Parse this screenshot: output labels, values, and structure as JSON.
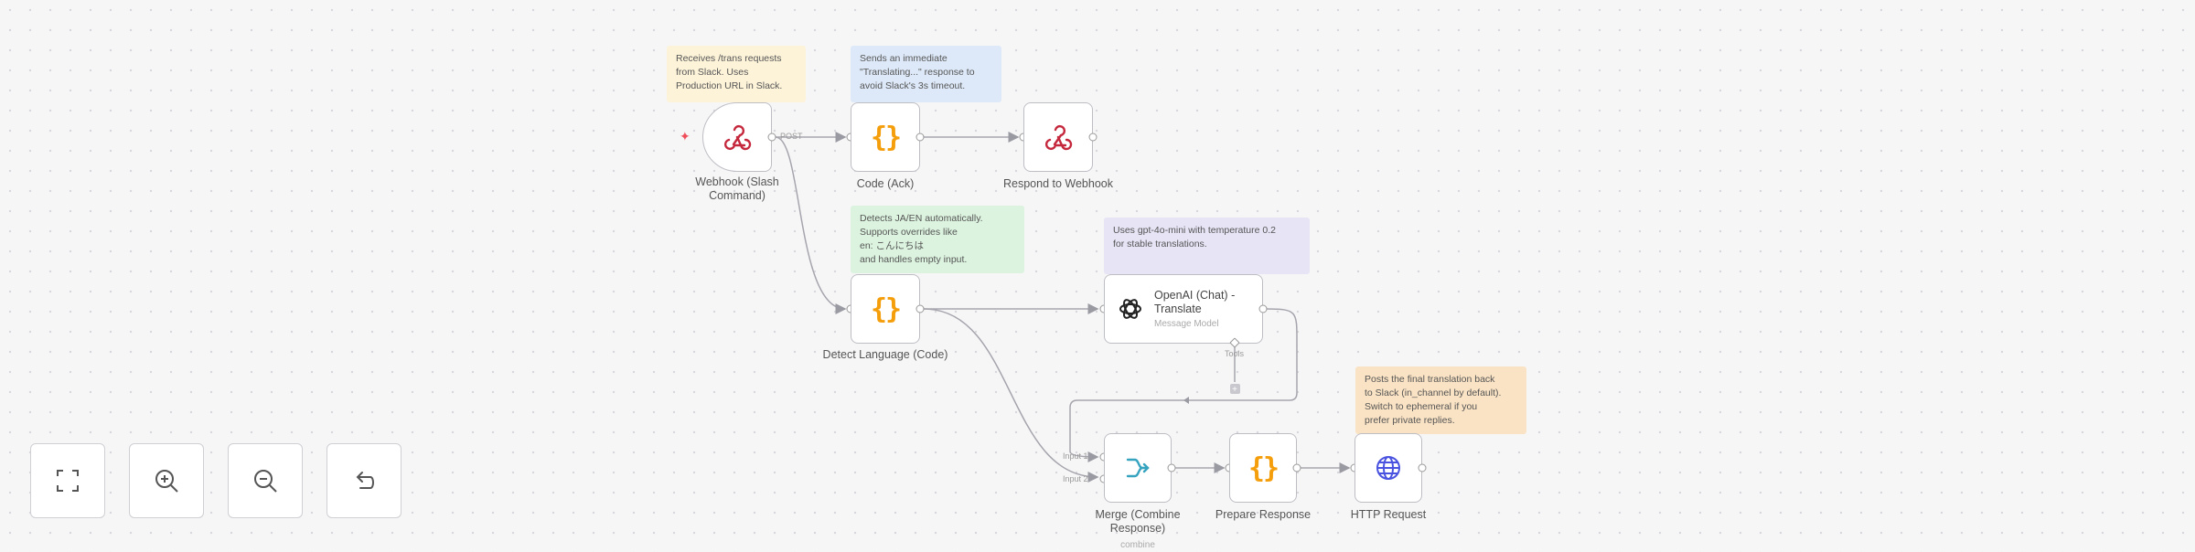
{
  "notes": {
    "webhook": "Receives /trans requests\nfrom Slack. Uses\nProduction URL in Slack.",
    "ack": "Sends an immediate\n\"Translating...\" response to\navoid Slack's 3s timeout.",
    "detect": "Detects JA/EN automatically.\nSupports overrides like\nen: こんにちは\nand handles empty input.",
    "openai": "Uses gpt-4o-mini with temperature 0.2\nfor stable translations.",
    "post": "Posts the final translation back\nto Slack (in_channel by default).\nSwitch to ephemeral if you\nprefer private replies."
  },
  "nodes": {
    "webhook": {
      "label": "Webhook (Slash\nCommand)",
      "icon": "webhook-icon"
    },
    "code_ack": {
      "label": "Code (Ack)",
      "icon": "code-braces-icon"
    },
    "respond": {
      "label": "Respond to Webhook",
      "icon": "webhook-icon"
    },
    "detect": {
      "label": "Detect Language (Code)",
      "icon": "code-braces-icon"
    },
    "openai": {
      "title": "OpenAI (Chat) -\nTranslate",
      "subtitle": "Message Model",
      "icon": "openai-icon"
    },
    "merge": {
      "label": "Merge (Combine\nResponse)",
      "sublabel": "combine",
      "icon": "merge-icon"
    },
    "prepare": {
      "label": "Prepare Response",
      "icon": "code-braces-icon"
    },
    "http": {
      "label": "HTTP Request",
      "icon": "globe-icon"
    }
  },
  "pins": {
    "webhook_out": "POST",
    "openai_tools": "Tools",
    "merge_in1": "Input 1",
    "merge_in2": "Input 2"
  },
  "toolbar": [
    {
      "name": "fit-view-button",
      "icon": "fullscreen-icon"
    },
    {
      "name": "zoom-in-button",
      "icon": "zoom-in-icon"
    },
    {
      "name": "zoom-out-button",
      "icon": "zoom-out-icon"
    },
    {
      "name": "undo-button",
      "icon": "undo-icon"
    }
  ],
  "colors": {
    "note_yellow": "#fdf3d9",
    "note_blue": "#dde9f8",
    "note_green": "#dcf3df",
    "note_purple": "#e6e4f5",
    "note_orange": "#fae3c4",
    "code_orange": "#f59e0b",
    "webhook_red": "#c5283d",
    "merge_teal": "#36a3bf",
    "http_blue": "#4a52e0"
  }
}
